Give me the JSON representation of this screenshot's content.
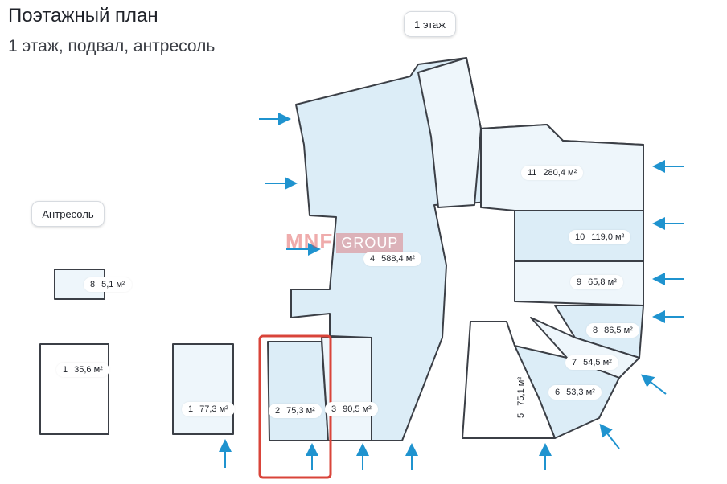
{
  "header": {
    "title": "Поэтажный план",
    "subtitle": "1 этаж, подвал, антресоль"
  },
  "floor_switch": {
    "label": "1 этаж"
  },
  "mezzanine": {
    "label": "Антресоль"
  },
  "watermark": {
    "brand": "MNF",
    "suffix": "GROUP"
  },
  "rooms": [
    {
      "number": "1",
      "area": "35,6 м²"
    },
    {
      "number": "1",
      "area": "77,3 м²"
    },
    {
      "number": "2",
      "area": "75,3 м²"
    },
    {
      "number": "3",
      "area": "90,5 м²"
    },
    {
      "number": "4",
      "area": "588,4 м²"
    },
    {
      "number": "5",
      "area": "75,1 м²"
    },
    {
      "number": "6",
      "area": "53,3 м²"
    },
    {
      "number": "7",
      "area": "54,5 м²"
    },
    {
      "number": "8",
      "area": "86,5 м²"
    },
    {
      "number": "8",
      "area": "5,1 м²"
    },
    {
      "number": "9",
      "area": "65,8 м²"
    },
    {
      "number": "10",
      "area": "119,0 м²"
    },
    {
      "number": "11",
      "area": "280,4 м²"
    }
  ],
  "colors": {
    "room_fill": "#dcedf7",
    "room_fill_light": "#eef6fb",
    "wall": "#3b3f46",
    "arrow": "#1f93cf",
    "highlight": "#d9443a"
  }
}
